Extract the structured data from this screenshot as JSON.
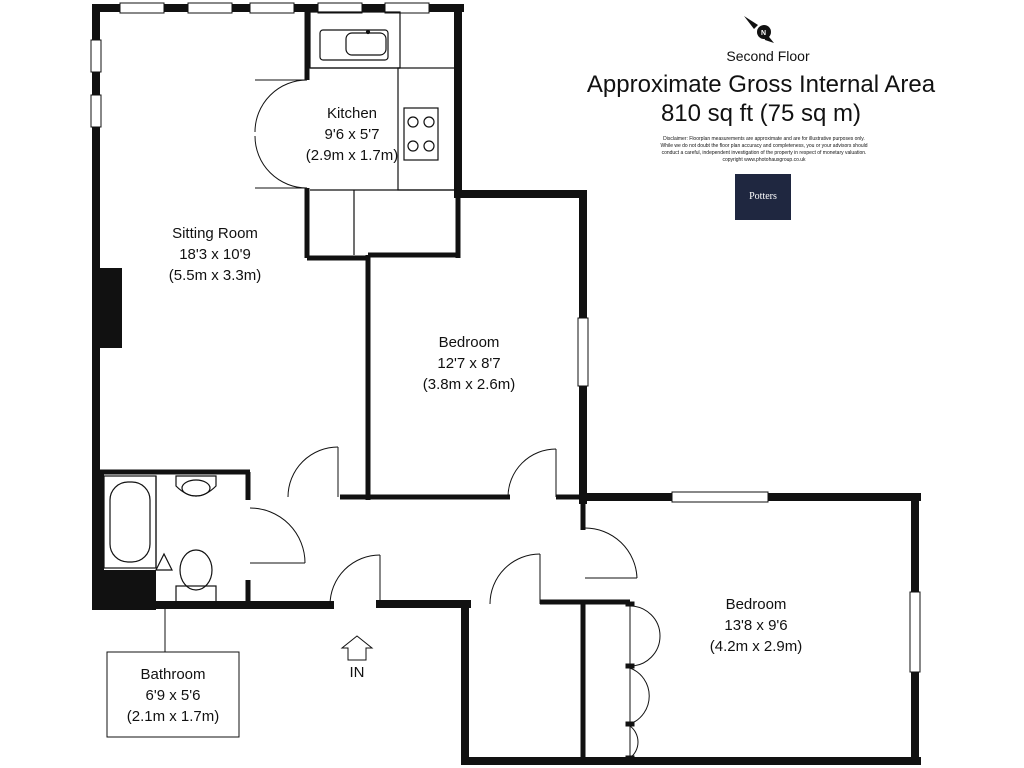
{
  "header": {
    "floor_label": "Second Floor",
    "area_title": "Approximate Gross Internal Area",
    "area_value": "810 sq ft  (75 sq m)",
    "disclaimer_lines": [
      "Disclaimer: Floorplan measurements are approximate and are for illustrative purposes only.",
      "While we do not doubt the floor plan accuracy and completeness, you or your advisors should",
      "conduct a careful, independent investigation of the property in respect of monetary valuation.",
      "copyright www.photohausgroup.co.uk"
    ],
    "compass_letter": "N",
    "logo_text": "Potters"
  },
  "rooms": {
    "kitchen": {
      "name": "Kitchen",
      "imperial": "9'6 x 5'7",
      "metric": "(2.9m x 1.7m)"
    },
    "sitting_room": {
      "name": "Sitting Room",
      "imperial": "18'3 x 10'9",
      "metric": "(5.5m x 3.3m)"
    },
    "bedroom_1": {
      "name": "Bedroom",
      "imperial": "12'7 x 8'7",
      "metric": "(3.8m x 2.6m)"
    },
    "bedroom_2": {
      "name": "Bedroom",
      "imperial": "13'8 x 9'6",
      "metric": "(4.2m x 2.9m)"
    },
    "bathroom": {
      "name": "Bathroom",
      "imperial": "6'9 x 5'6",
      "metric": "(2.1m x 1.7m)"
    }
  },
  "entrance": {
    "label": "IN"
  },
  "colors": {
    "wall": "#111111",
    "background": "#ffffff",
    "logo_bg": "#1f2740"
  }
}
